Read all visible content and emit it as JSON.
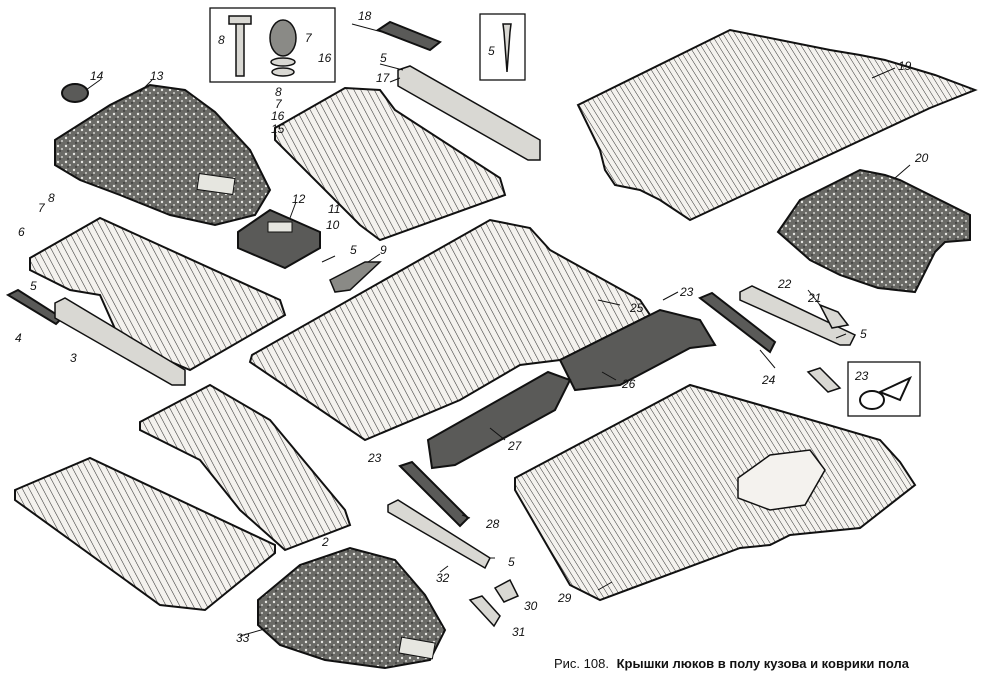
{
  "caption": {
    "prefix": "Рис. 108.",
    "title": "Крышки люков в полу кузова и коврики пола"
  },
  "callouts": {
    "c2": "2",
    "c3": "3",
    "c4": "4",
    "c5a": "5",
    "c5b": "5",
    "c5c": "5",
    "c5d": "5",
    "c5e": "5",
    "c5f": "5",
    "c6": "6",
    "c7a": "7",
    "c7b": "7",
    "c7c": "7",
    "c8a": "8",
    "c8b": "8",
    "c8c": "8",
    "c9": "9",
    "c10": "10",
    "c11": "11",
    "c12": "12",
    "c13": "13",
    "c14": "14",
    "c15": "15",
    "c16a": "16",
    "c16b": "16",
    "c17": "17",
    "c18": "18",
    "c19": "19",
    "c20": "20",
    "c21": "21",
    "c22": "22",
    "c23a": "23",
    "c23b": "23",
    "c23c": "23",
    "c24": "24",
    "c25": "25",
    "c26": "26",
    "c27": "27",
    "c28": "28",
    "c29": "29",
    "c30": "30",
    "c31": "31",
    "c32": "32",
    "c33": "33"
  }
}
